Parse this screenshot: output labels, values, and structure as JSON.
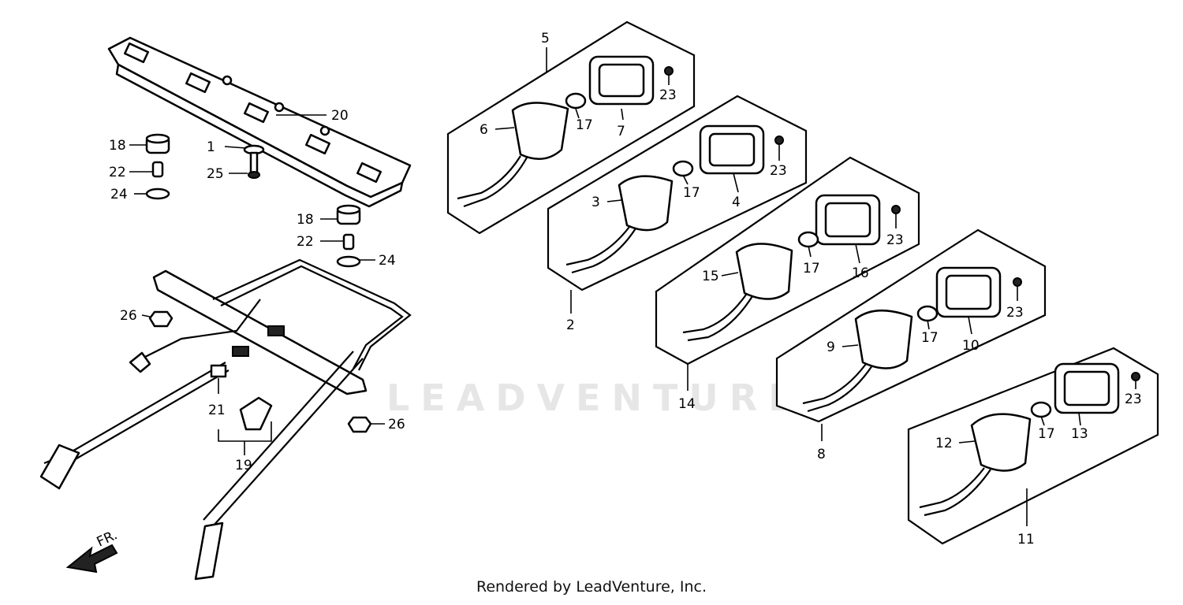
{
  "watermark": "LEADVENTURE",
  "footer": "Rendered by LeadVenture, Inc.",
  "direction_arrow": "FR.",
  "callouts": {
    "c1": "1",
    "c2": "2",
    "c3": "3",
    "c4": "4",
    "c5": "5",
    "c6": "6",
    "c7": "7",
    "c8": "8",
    "c9": "9",
    "c10": "10",
    "c11": "11",
    "c12": "12",
    "c13": "13",
    "c14": "14",
    "c15": "15",
    "c16": "16",
    "c17": "17",
    "c18": "18",
    "c19": "19",
    "c20": "20",
    "c21": "21",
    "c22": "22",
    "c23": "23",
    "c24": "24",
    "c25": "25",
    "c26": "26"
  }
}
